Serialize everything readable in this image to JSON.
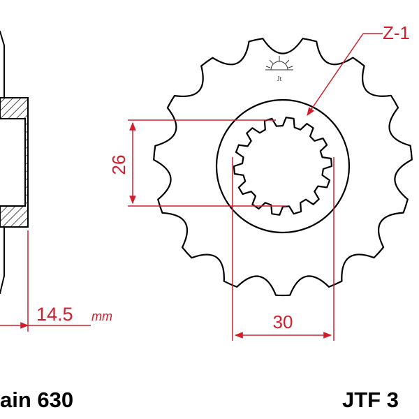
{
  "labels": {
    "teeth": "Z-1",
    "dim_spline_height": "26",
    "dim_spline_width": "30",
    "dim_offset": "14.5",
    "dim_offset_unit": "mm",
    "chain": "ain 630",
    "part_number": "JTF 3"
  },
  "colors": {
    "dimension": "#d21e2b",
    "outline": "#000000",
    "body_fill": "#ffffff"
  },
  "icons": {
    "logo": "jt-sunrise-logo-icon"
  }
}
